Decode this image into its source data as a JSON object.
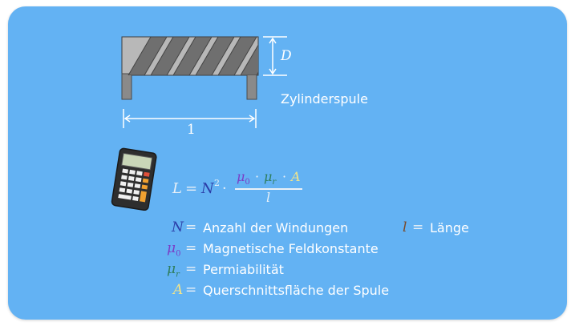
{
  "colors": {
    "background_card": "#63b2f3",
    "text_white": "#ffffff",
    "text_muted": "#e9f0f7",
    "var_N": "#2c3ea8",
    "var_mu0": "#7a3cc6",
    "var_mur": "#2e7d5b",
    "var_A": "#f2e48a",
    "var_l": "#7a4a2a"
  },
  "coil": {
    "diameter_label": "D",
    "length_label": "1",
    "caption": "Zylinderspule"
  },
  "icons": {
    "calculator": "calculator-icon"
  },
  "formula": {
    "lhs": "L",
    "equals": "=",
    "N": "N",
    "exponent": "2",
    "dot": "·",
    "mu": "μ",
    "mu0_sub": "0",
    "mur_sub": "r",
    "A": "A",
    "denominator": "l"
  },
  "legend": {
    "left": [
      {
        "symbol": "N",
        "sub": "",
        "eq": "=",
        "text": "Anzahl der Windungen"
      },
      {
        "symbol": "μ",
        "sub": "0",
        "eq": "=",
        "text": "Magnetische Feldkonstante"
      },
      {
        "symbol": "μ",
        "sub": "r",
        "eq": "=",
        "text": "Permiabilität"
      },
      {
        "symbol": "A",
        "sub": "",
        "eq": "=",
        "text": "Querschnittsfläche der Spule"
      }
    ],
    "right": {
      "symbol": "l",
      "eq": "=",
      "text": "Länge"
    }
  }
}
